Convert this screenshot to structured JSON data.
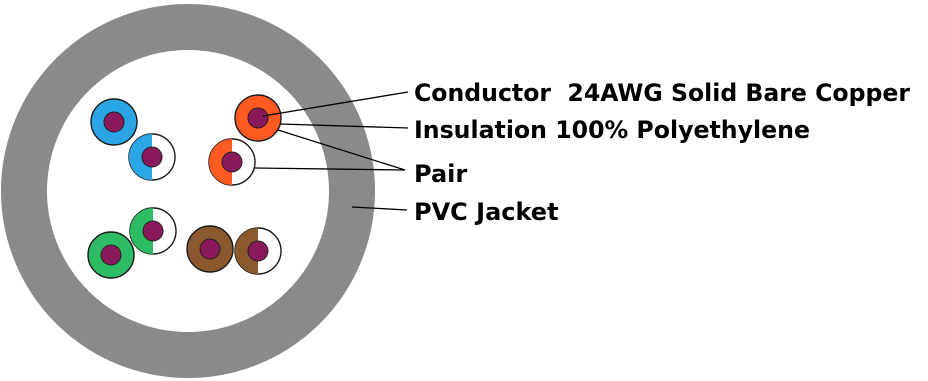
{
  "labels": {
    "conductor": "Conductor  24AWG Solid Bare Copper",
    "insulation": "Insulation 100% Polyethylene",
    "pair": "Pair",
    "jacket": "PVC Jacket"
  },
  "colors": {
    "jacket": "#8a8a8a",
    "conductor": "#8b1a5c",
    "blue": "#2aa6e6",
    "orange": "#ff5a22",
    "green": "#2dbb64",
    "brown": "#8a5a2e",
    "white": "#ffffff"
  },
  "pairs": [
    {
      "name": "blue",
      "color_key": "blue"
    },
    {
      "name": "orange",
      "color_key": "orange"
    },
    {
      "name": "green",
      "color_key": "green"
    },
    {
      "name": "brown",
      "color_key": "brown"
    }
  ]
}
